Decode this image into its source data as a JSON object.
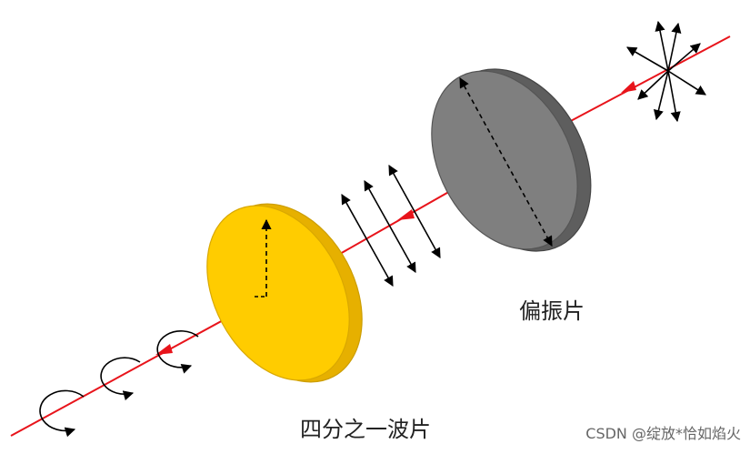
{
  "labels": {
    "polarizer": "偏振片",
    "quarter_wave_plate": "四分之一波片",
    "watermark": "CSDN @绽放*恰如焰火"
  },
  "colors": {
    "beam": "#e8141b",
    "polarizer_face": "#7f7f7f",
    "polarizer_edge": "#5e5e5e",
    "waveplate_face": "#ffcc00",
    "waveplate_edge": "#e6b000",
    "arrows": "#000000"
  },
  "icons": {
    "beam_direction": "arrowhead",
    "unpolarized_light": "star-of-arrows",
    "linear_polarization": "parallel-double-arrows",
    "circular_polarization": "curved-rotation-arrows"
  }
}
